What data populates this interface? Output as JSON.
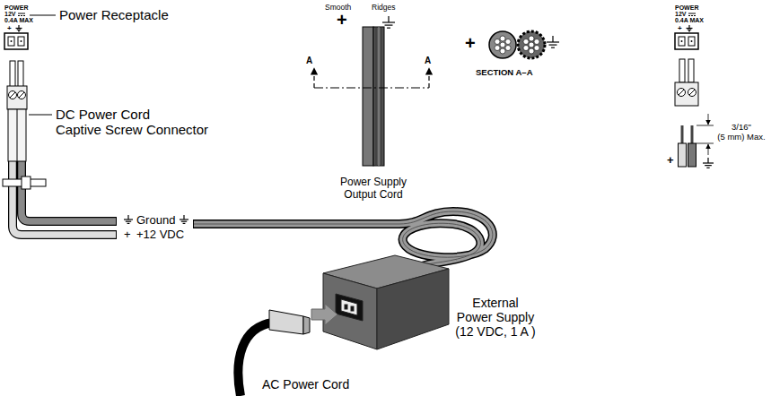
{
  "diagram": {
    "labels": [
      "POWER",
      "12V",
      "0.4A MAX",
      "+",
      "Power Receptacle",
      "DC Power Cord Captive Screw Connector",
      "Ground",
      "+",
      "+12 VDC",
      "Smooth",
      "Ridges",
      "+",
      "A",
      "A",
      "Power Supply Output Cord",
      "+",
      "SECTION A–A",
      "POWER",
      "12V",
      "0.4A MAX",
      "+",
      "3/16\" (5 mm) Max.",
      "+",
      "External Power Supply (12 VDC, 1 A )",
      "AC Power Cord"
    ]
  }
}
